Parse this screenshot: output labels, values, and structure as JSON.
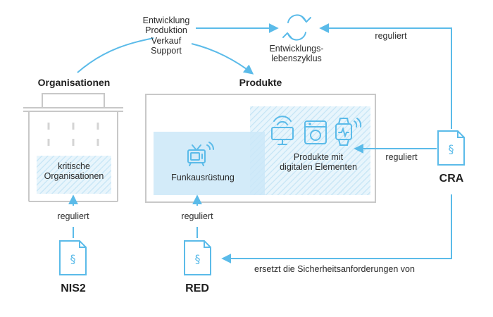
{
  "activities": [
    "Entwicklung",
    "Produktion",
    "Verkauf",
    "Support"
  ],
  "lifecycle": {
    "label_line1": "Entwicklungs-",
    "label_line2": "lebenszyklus",
    "icon": "refresh-cycle-icon"
  },
  "organisations": {
    "title": "Organisationen",
    "critical_line1": "kritische",
    "critical_line2": "Organisationen",
    "icon": "building-icon"
  },
  "products": {
    "title": "Produkte",
    "radio_equipment": "Funkausrüstung",
    "digital_line1": "Produkte mit",
    "digital_line2": "digitalen Elementen",
    "icons": [
      "wifi-monitor-icon",
      "washing-machine-icon",
      "smartwatch-icon",
      "tv-antenna-icon"
    ]
  },
  "regulations": {
    "nis2": "NIS2",
    "red": "RED",
    "cra": "CRA",
    "icon": "paragraph-document-icon"
  },
  "relations": {
    "regulates": "reguliert",
    "replaces": "ersetzt die Sicherheitsanforderungen von"
  },
  "colors": {
    "accent": "#5bbbe9",
    "hatch": "#d9eef9",
    "radio_fill": "#c7e6f7",
    "outline_gray": "#c8c8c8",
    "text": "#1f1f1f"
  }
}
